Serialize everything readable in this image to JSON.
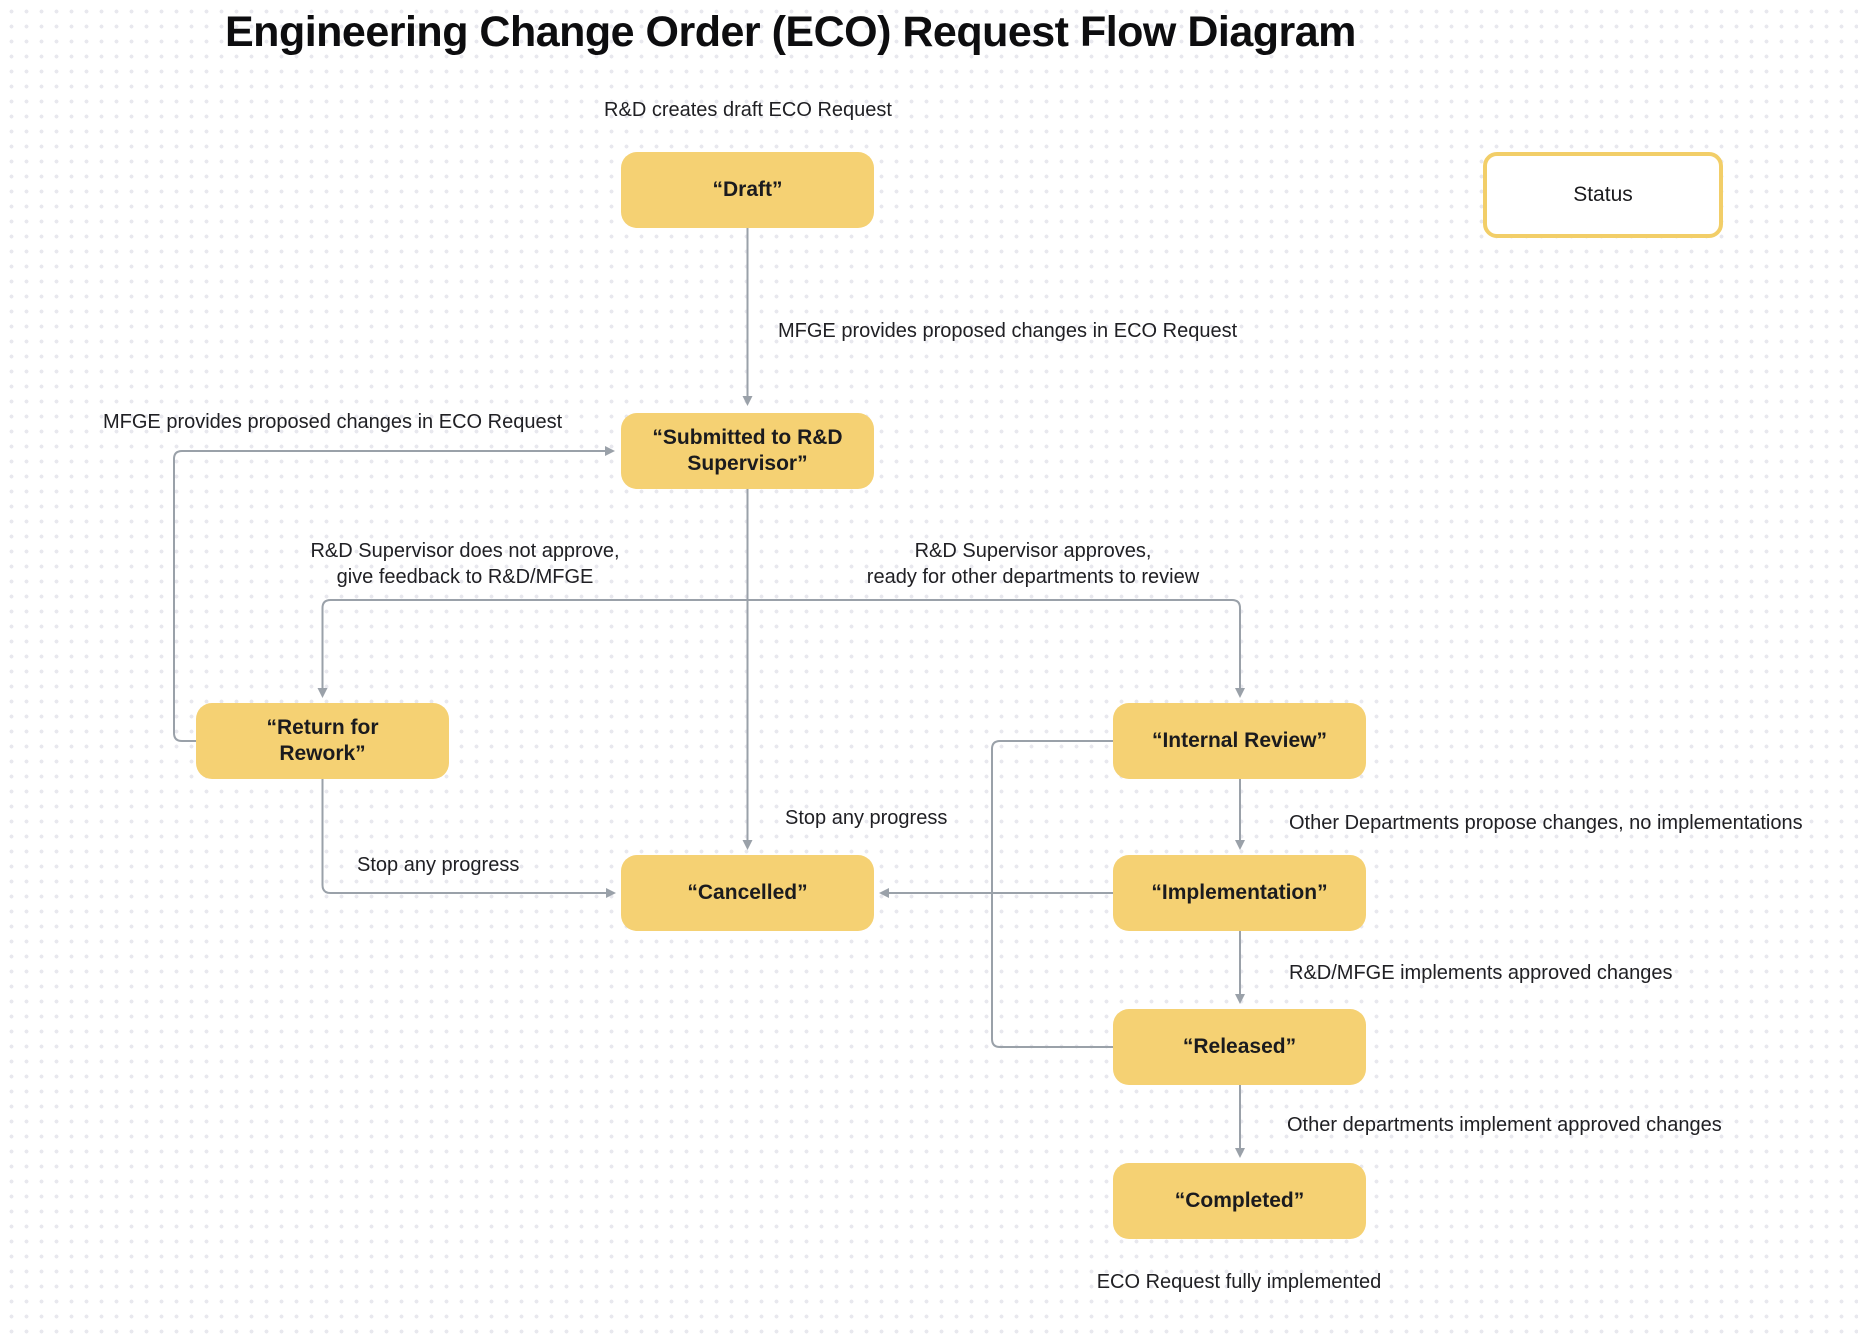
{
  "title": "Engineering Change Order (ECO) Request Flow Diagram",
  "legend": {
    "label": "Status"
  },
  "nodes": {
    "draft": {
      "label": "“Draft”"
    },
    "submitted": {
      "label": "“Submitted to R&D Supervisor”"
    },
    "return_rework": {
      "label": "“Return for Rework”"
    },
    "internal_review": {
      "label": "“Internal Review”"
    },
    "cancelled": {
      "label": "“Cancelled”"
    },
    "implementation": {
      "label": "“Implementation”"
    },
    "released": {
      "label": "“Released”"
    },
    "completed": {
      "label": "“Completed”"
    }
  },
  "edge_labels": {
    "rd_creates": {
      "text": "R&D creates draft ECO Request"
    },
    "mfge_mid": {
      "text": "MFGE provides proposed changes in ECO Request"
    },
    "mfge_left": {
      "text": "MFGE provides proposed changes in ECO Request"
    },
    "not_approve": {
      "text": "R&D Supervisor does not approve,\ngive feedback to R&D/MFGE"
    },
    "approves": {
      "text": "R&D Supervisor approves,\nready for other departments to review"
    },
    "stop_mid": {
      "text": "Stop any progress"
    },
    "stop_left": {
      "text": "Stop any progress"
    },
    "other_propose": {
      "text": "Other Departments propose changes, no implementations"
    },
    "rdmfge_impl": {
      "text": "R&D/MFGE implements approved changes"
    },
    "other_impl": {
      "text": "Other departments implement approved changes"
    },
    "eco_full": {
      "text": "ECO Request fully implemented"
    }
  },
  "colors": {
    "node_fill": "#F5D173",
    "legend_border": "#F2CE68",
    "connector": "#9AA1A9",
    "dot_grid": "#E8E8EE",
    "text": "#202024"
  }
}
